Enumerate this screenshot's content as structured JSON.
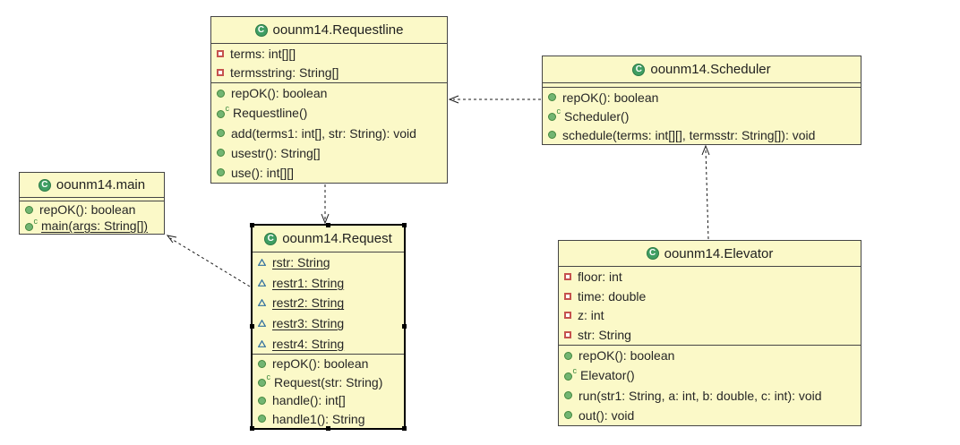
{
  "diagram": {
    "kind": "uml-class-diagram",
    "background": "#ffffff",
    "box_fill": "#fbf9c8",
    "box_border": "#454545",
    "selection_color": "#000000",
    "text_color": "#262626",
    "arrow_color": "#1a1a1a",
    "class_icon_green": "#3f9e63",
    "method_icon_green": "#72b572",
    "field_icon_red": "#c5524e",
    "static_field_icon_blue": "#2f6f9f"
  },
  "icons": {
    "class_letter": "C",
    "constructor_letter": "c",
    "class-icon": "green circle with C",
    "public-method-icon": "green filled circle",
    "constructor-icon": "green circle with small c",
    "private-field-icon": "red outlined square",
    "static-field-icon": "blue hollow triangle, label underlined"
  },
  "classes": {
    "requestline": {
      "title": "oounm14.Requestline",
      "fields": [
        {
          "text": "terms: int[][]"
        },
        {
          "text": "termsstring: String[]"
        }
      ],
      "methods": [
        {
          "text": "repOK(): boolean"
        },
        {
          "text": "Requestline()",
          "kind": "constructor"
        },
        {
          "text": "add(terms1: int[], str: String): void"
        },
        {
          "text": "usestr(): String[]"
        },
        {
          "text": "use(): int[][]"
        }
      ]
    },
    "scheduler": {
      "title": "oounm14.Scheduler",
      "fields": [],
      "methods": [
        {
          "text": "repOK(): boolean"
        },
        {
          "text": "Scheduler()",
          "kind": "constructor"
        },
        {
          "text": "schedule(terms: int[][], termsstr: String[]): void"
        }
      ]
    },
    "main": {
      "title": "oounm14.main",
      "fields": [],
      "methods": [
        {
          "text": "repOK(): boolean"
        },
        {
          "text": "main(args: String[])",
          "kind": "static"
        }
      ]
    },
    "request": {
      "title": "oounm14.Request",
      "selected": true,
      "fields": [
        {
          "text": "rstr: String",
          "kind": "static"
        },
        {
          "text": "restr1: String",
          "kind": "static"
        },
        {
          "text": "restr2: String",
          "kind": "static"
        },
        {
          "text": "restr3: String",
          "kind": "static"
        },
        {
          "text": "restr4: String",
          "kind": "static"
        }
      ],
      "methods": [
        {
          "text": "repOK(): boolean"
        },
        {
          "text": "Request(str: String)",
          "kind": "constructor"
        },
        {
          "text": "handle(): int[]"
        },
        {
          "text": "handle1(): String"
        }
      ]
    },
    "elevator": {
      "title": "oounm14.Elevator",
      "fields": [
        {
          "text": "floor: int"
        },
        {
          "text": "time: double"
        },
        {
          "text": "z: int"
        },
        {
          "text": "str: String"
        }
      ],
      "methods": [
        {
          "text": "repOK(): boolean"
        },
        {
          "text": "Elevator()",
          "kind": "constructor"
        },
        {
          "text": "run(str1: String, a: int, b: double, c: int): void"
        },
        {
          "text": "out(): void"
        }
      ]
    }
  },
  "arrows": [
    {
      "type": "dependency",
      "style": "dashed",
      "from": "oounm14.Scheduler",
      "to": "oounm14.Requestline"
    },
    {
      "type": "dependency",
      "style": "dashed",
      "from": "oounm14.Requestline",
      "to": "oounm14.Request"
    },
    {
      "type": "dependency",
      "style": "dashed",
      "from": "oounm14.Elevator",
      "to": "oounm14.Scheduler"
    },
    {
      "type": "dependency",
      "style": "dashed",
      "from": "oounm14.Request",
      "to": "oounm14.main"
    }
  ]
}
